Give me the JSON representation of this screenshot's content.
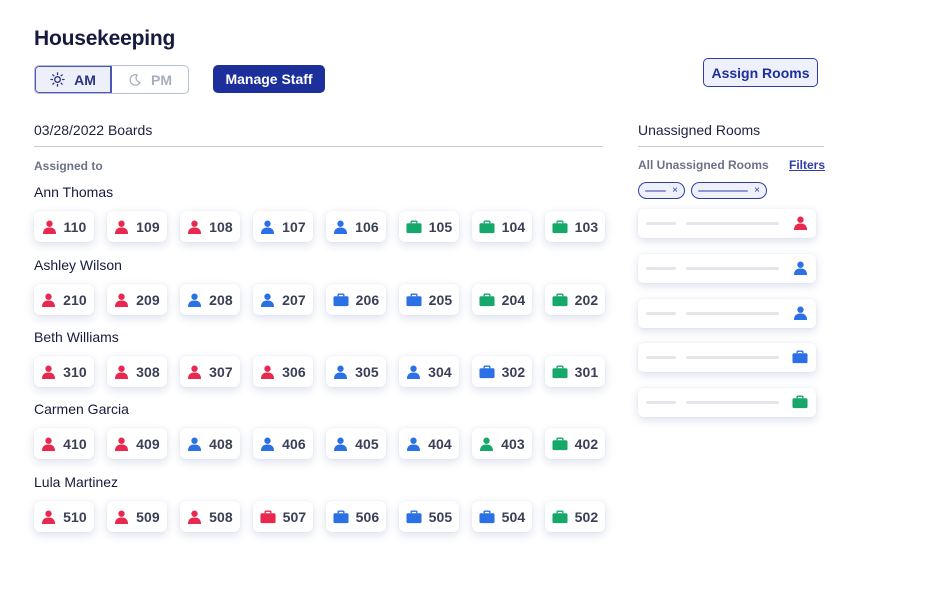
{
  "header": {
    "title": "Housekeeping",
    "shift_am": "AM",
    "shift_pm": "PM",
    "manage_staff": "Manage Staff",
    "assign_rooms": "Assign Rooms"
  },
  "boards": {
    "title": "03/28/2022 Boards",
    "assigned_label": "Assigned to",
    "staff": [
      {
        "name": "Ann Thomas",
        "rooms": [
          {
            "number": "110",
            "icon": "person",
            "status": "red"
          },
          {
            "number": "109",
            "icon": "person",
            "status": "red"
          },
          {
            "number": "108",
            "icon": "person",
            "status": "red"
          },
          {
            "number": "107",
            "icon": "person",
            "status": "blue"
          },
          {
            "number": "106",
            "icon": "person",
            "status": "blue"
          },
          {
            "number": "105",
            "icon": "suitcase",
            "status": "green"
          },
          {
            "number": "104",
            "icon": "suitcase",
            "status": "green"
          },
          {
            "number": "103",
            "icon": "suitcase",
            "status": "green"
          }
        ]
      },
      {
        "name": "Ashley Wilson",
        "rooms": [
          {
            "number": "210",
            "icon": "person",
            "status": "red"
          },
          {
            "number": "209",
            "icon": "person",
            "status": "red"
          },
          {
            "number": "208",
            "icon": "person",
            "status": "blue"
          },
          {
            "number": "207",
            "icon": "person",
            "status": "blue"
          },
          {
            "number": "206",
            "icon": "suitcase",
            "status": "blue"
          },
          {
            "number": "205",
            "icon": "suitcase",
            "status": "blue"
          },
          {
            "number": "204",
            "icon": "suitcase",
            "status": "green"
          },
          {
            "number": "202",
            "icon": "suitcase",
            "status": "green"
          }
        ]
      },
      {
        "name": "Beth Williams",
        "rooms": [
          {
            "number": "310",
            "icon": "person",
            "status": "red"
          },
          {
            "number": "308",
            "icon": "person",
            "status": "red"
          },
          {
            "number": "307",
            "icon": "person",
            "status": "red"
          },
          {
            "number": "306",
            "icon": "person",
            "status": "red"
          },
          {
            "number": "305",
            "icon": "person",
            "status": "blue"
          },
          {
            "number": "304",
            "icon": "person",
            "status": "blue"
          },
          {
            "number": "302",
            "icon": "suitcase",
            "status": "blue"
          },
          {
            "number": "301",
            "icon": "suitcase",
            "status": "green"
          }
        ]
      },
      {
        "name": "Carmen Garcia",
        "rooms": [
          {
            "number": "410",
            "icon": "person",
            "status": "red"
          },
          {
            "number": "409",
            "icon": "person",
            "status": "red"
          },
          {
            "number": "408",
            "icon": "person",
            "status": "blue"
          },
          {
            "number": "406",
            "icon": "person",
            "status": "blue"
          },
          {
            "number": "405",
            "icon": "person",
            "status": "blue"
          },
          {
            "number": "404",
            "icon": "person",
            "status": "blue"
          },
          {
            "number": "403",
            "icon": "person",
            "status": "green"
          },
          {
            "number": "402",
            "icon": "suitcase",
            "status": "green"
          }
        ]
      },
      {
        "name": "Lula Martinez",
        "rooms": [
          {
            "number": "510",
            "icon": "person",
            "status": "red"
          },
          {
            "number": "509",
            "icon": "person",
            "status": "red"
          },
          {
            "number": "508",
            "icon": "person",
            "status": "red"
          },
          {
            "number": "507",
            "icon": "suitcase",
            "status": "red"
          },
          {
            "number": "506",
            "icon": "suitcase",
            "status": "blue"
          },
          {
            "number": "505",
            "icon": "suitcase",
            "status": "blue"
          },
          {
            "number": "504",
            "icon": "suitcase",
            "status": "blue"
          },
          {
            "number": "502",
            "icon": "suitcase",
            "status": "green"
          }
        ]
      }
    ]
  },
  "unassigned": {
    "title": "Unassigned Rooms",
    "all_label": "All Unassigned Rooms",
    "filters_label": "Filters",
    "chip_remove": "×",
    "rooms": [
      {
        "icon": "person",
        "status": "red"
      },
      {
        "icon": "person",
        "status": "blue"
      },
      {
        "icon": "person",
        "status": "blue"
      },
      {
        "icon": "suitcase",
        "status": "blue"
      },
      {
        "icon": "suitcase",
        "status": "green"
      }
    ]
  },
  "colors": {
    "red": "#e8284f",
    "blue": "#2b70e4",
    "green": "#16a86b",
    "primary": "#1c2f9b"
  }
}
